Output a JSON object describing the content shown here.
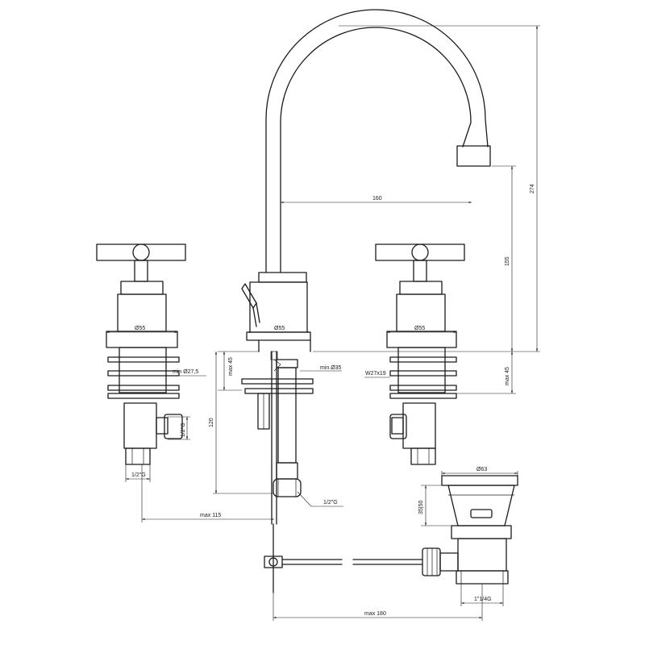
{
  "labels": {
    "d55_left": "Ø55",
    "d55_center": "Ø55",
    "d55_right": "Ø55",
    "min_d27_5": "min Ø27,5",
    "min_d35": "min.Ø35",
    "w27x19": "W27x19",
    "max45_left": "max 45",
    "max45_right": "max 45",
    "half_inch_g_vertical": "1/2\"G",
    "half_inch_g_bottom": "1/2\"G",
    "half_inch_g_hose": "1/2\"G",
    "dim_120": "120",
    "dim_160": "160",
    "dim_155": "155",
    "dim_274": "274",
    "max115": "max 115",
    "max180": "max 180",
    "d63": "Ø63",
    "dim_35_50": "35|50",
    "one_quarter_g": "1\"1/4G"
  }
}
